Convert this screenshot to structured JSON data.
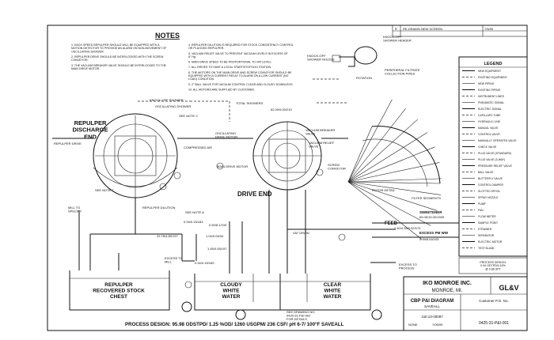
{
  "notes": {
    "title": "NOTES",
    "left": [
      "1. EACH SPEED REPULPER SHOULD WILL BE EQUIPPED WITH A MOTION DETECTOR TO PROVIDE AN ALARM ON NON-MOVEMENT OF OSCILLATING SHOWER.",
      "2. REPULPER DRIVE SHOULD BE INTERLOCKED WITH THE SCREW CONVEYOR.",
      "3. THE VACUUM BREAKER VALVE SHOULD BE INTERLOCKED TO THE MAIN DRIVE MOTOR."
    ],
    "right": [
      "4. REPULPER DILUTION IS REQUIRED FOR STOCK CONSISTENCY CONTROL OR PLUGGED REPULPER.",
      "5. VACUUM RELIEF VALVE TO PREVENT VACUUM LEVELS IN EXCESS OF 8\" Hg.",
      "6. MAIN DRIVE SPEED TO BE PROPORTIONAL TO VAT LEVEL.",
      "7. ALL DRIVES TO HAVE A LOCAL START/STOP/JOG STATION.",
      "8. THE MOTORS ON THE MAIN DRIVE AND SCREW CONVEYOR SHOULD BE EQUIPPED WITH A CURRENT RELAY TO ALARM ON A LOW CURRENT (NO LOAD) CONDITION.",
      "9. 2\" BALL VALVE FOR VACUUM CONTROL CLEAR AND CLOUDY DOWNLEGS.",
      "10. ALL MOTORS ARE SUPPLIED BY CUSTOMER."
    ]
  },
  "labels": {
    "repulper_discharge": "REPULPER\nDISCHARGE\nEND",
    "drive_end": "DRIVE END",
    "knock_off_shower": "KNOCK-OFF SHOWER",
    "oscillating_shower": "OSCILLATING SHOWER",
    "total_showers": "TOTAL SHOWERS",
    "knock_off_header": "KNOCK-OFF\nSHOWER HEADER",
    "knock_off_nozzle": "KNOCK-OFF\nSHOWER NOZZLE",
    "rotation": "ROTATION",
    "peripheral_filtrate": "PERIPHERAL FILTRATE\nCOLLECTION PIPES",
    "filter_segments": "FILTER SEGMENTS",
    "rotor_detail": "ROTOR DETAIL",
    "screw_conveyor": "SCREW\nCONVEYOR",
    "repulper_drive": "REPULPER DRIVE",
    "compressed_air": "COMPRESSED AIR",
    "oscillating_drive_motor": "OSCILLATING\nDRIVE MOTOR",
    "main_drive_motor": "MAIN DRIVE MOTOR",
    "vacuum_breaker": "VACUUM BREAKER\nVALVE",
    "vacuum_relief": "VACUUM RELIEF\nVALVE",
    "mill_to_specify": "MILL TO\nSPECIFY",
    "repulper_dilution": "REPULPER DILUTION",
    "excess_to_mill": "EXCESS TO\nMILL",
    "excess_to_process": "EXCESS TO\nPROCESS",
    "feed": "FEED",
    "sweetener": "SWEETENER",
    "excess_pm": "EXCESS PM WW",
    "cloudy_water": "CLOUDY\nWHITE\nWATER",
    "clear_water": "CLEAR\nWHITE\nWATER",
    "chest": "REPULPER\nRECOVERED STOCK\nCHEST",
    "vat_drain": "VAT DRAIN",
    "see_note_2": "SEE NOTE 2",
    "see_note_7": "SEE NOTE 7",
    "see_note_8": "SEE NOTE 8"
  },
  "flows": {
    "f1": "0.94/0.15/183",
    "f2": "22.78/4.80/197",
    "f3": "1.04/0.05/34",
    "f4": "1.45/0.05/197",
    "f5": "0.50/8.1/100",
    "f6": "0.94/0.15/183",
    "f7": "62.00/9.00/210",
    "f8": "65.06/15.00/1500",
    "f9": "2.40/4.35/0.92/170",
    "f10": "0.39/8.54/105"
  },
  "legend": {
    "title": "LEGEND",
    "items": [
      "NEW EQUIPMENT",
      "EXISTING EQUIPMENT",
      "NEW PIPING",
      "EXISTING PIPING",
      "INSTRUMENT LINES",
      "PNEUMATIC SIGNAL",
      "ELECTRIC SIGNAL",
      "CAPILLARY TUBE",
      "HYDRAULIC LINE",
      "MANUAL VALVE",
      "CONTROL VALVE",
      "MANUALLY OPERATED VALVE",
      "CHECK VALVE",
      "PLUG VALVE (STANDARD)",
      "PLUG VALVE (3-WAY)",
      "PRESSURE RELIEF VALVE",
      "BALL VALVE",
      "BUTTERFLY VALVE",
      "CONTROL DAMPER",
      "SLOTTED SPOOL",
      "SPRAY NOZZLE",
      "PUMP",
      "FAN",
      "FLOW METER",
      "SAMPLE POINT",
      "STRAINER",
      "SEPARATOR",
      "ELECTRIC MOTOR",
      "TEST BLANK"
    ]
  },
  "title_block": {
    "company": "IKO MONROE INC.",
    "location": "MONROE, MI.",
    "drawing_title": "CBP P&I DIAGRAM",
    "subtitle": "SAVEALL",
    "job": "Job:13-00087",
    "customer_po": "Customer P.O. No.",
    "drawing_no": "0425-31-P&I-001",
    "logo": "GL&V",
    "scale": "NONE",
    "date": "7/05/99"
  },
  "revision": {
    "rev": "0",
    "desc": "RE-DRAWN NEW SCREEN",
    "date": "7/5/99"
  },
  "process_box": "PROCESS DESIGN:\n0.94 ODTPD/0.15%\n@ 0.86 SPT",
  "footer": "PROCESS DESIGN: 95.98 ODSTPD/ 1.25 %OD/ 1260 USGPM/ 236 CSF/ pH 6-7/ 100°F SAVEALL",
  "see_drawing": "SEE DRAWING NO.\n0425-31-P&I-002\nFOR DETAILS"
}
